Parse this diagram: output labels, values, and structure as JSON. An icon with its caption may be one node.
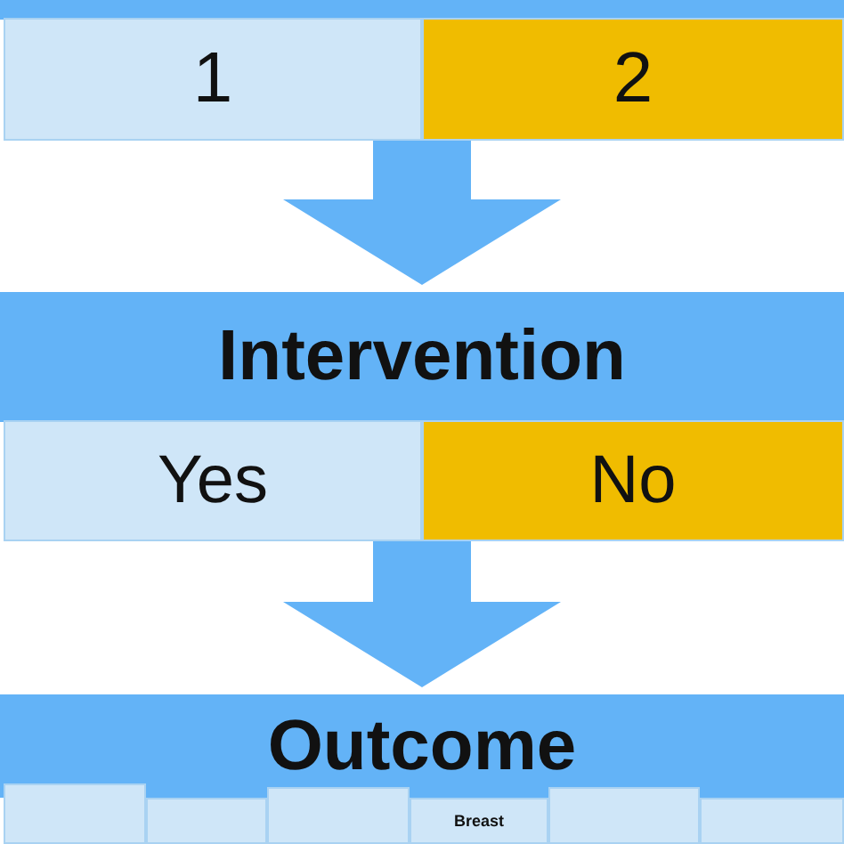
{
  "diagram": {
    "nodes": [
      {
        "text": [],
        "shape": "bar"
      },
      {
        "text": [
          "1"
        ]
      },
      {
        "text": [
          "2"
        ]
      },
      {
        "text": [
          "Intervention"
        ]
      },
      {
        "text": [
          "Yes"
        ]
      },
      {
        "text": [
          "No"
        ]
      },
      {
        "text": [
          "Outcome"
        ]
      },
      {
        "text": [],
        "shape": "box"
      },
      {
        "text": [],
        "shape": "box"
      },
      {
        "text": [],
        "shape": "box"
      },
      {
        "text": [
          "Breast"
        ]
      },
      {
        "text": [],
        "shape": "box"
      },
      {
        "text": [],
        "shape": "box"
      }
    ],
    "edges": [
      {
        "from": 1,
        "to": 3,
        "arrow": "to"
      },
      {
        "from": 2,
        "to": 3,
        "arrow": "to"
      },
      {
        "from": 4,
        "to": 6,
        "arrow": "to"
      },
      {
        "from": 5,
        "to": 6,
        "arrow": "to"
      }
    ]
  }
}
